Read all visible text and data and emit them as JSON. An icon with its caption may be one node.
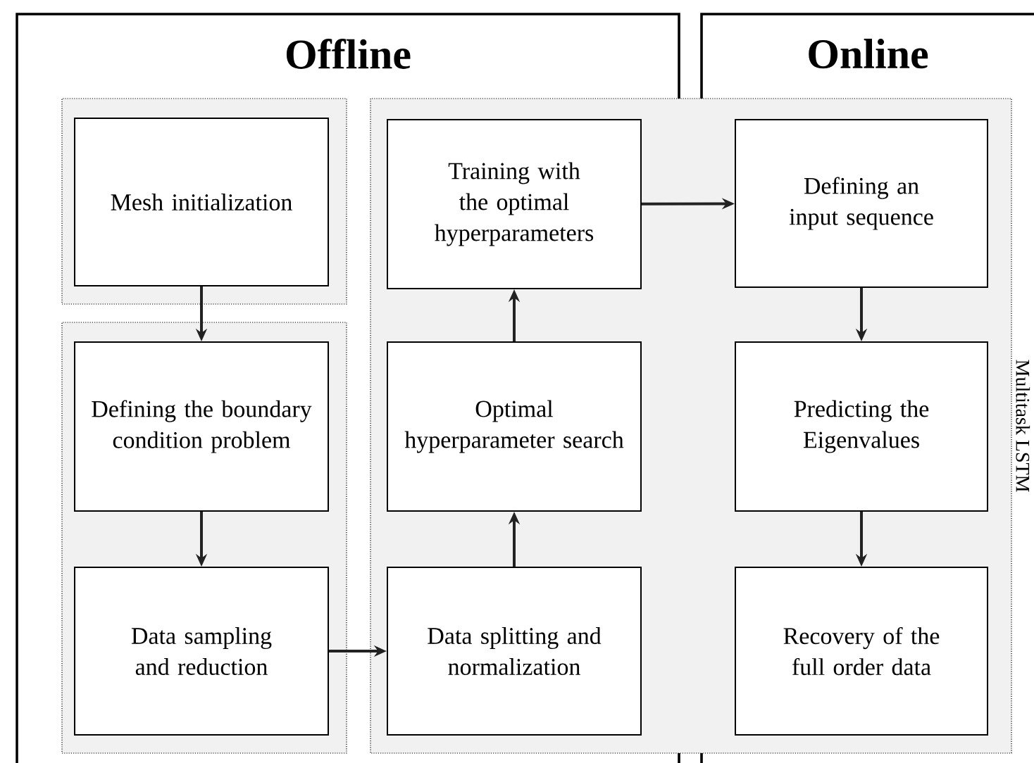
{
  "diagram": {
    "nodes": [
      {
        "text": [
          "Offline"
        ]
      },
      {
        "text": [],
        "shape": "box",
        "in": 0
      },
      {
        "text": [
          "Mesh initialization"
        ],
        "in": 1
      },
      {
        "text": [],
        "shape": "box",
        "in": 0
      },
      {
        "text": [
          "Defining the boundary condition problem"
        ],
        "in": 3
      },
      {
        "text": [
          "Data sampling and reduction"
        ],
        "in": 3
      },
      {
        "text": [
          "Training with the optimal hyperparameters"
        ],
        "in": 0
      },
      {
        "text": [
          "Optimal hyperparameter search"
        ],
        "in": 0
      },
      {
        "text": [
          "Data splitting and normalization"
        ],
        "in": 0
      },
      {
        "text": [
          "Online"
        ]
      },
      {
        "text": [
          "Defining an input sequence"
        ],
        "in": 9
      },
      {
        "text": [
          "Predicting the Eigenvalues"
        ],
        "in": 9
      },
      {
        "text": [
          "Recovery of the full order data"
        ],
        "in": 9
      }
    ],
    "edges": [
      {
        "from": 2,
        "to": 4,
        "arrow": "to"
      },
      {
        "from": 4,
        "to": 5,
        "arrow": "to"
      },
      {
        "from": 5,
        "to": 8,
        "arrow": "to"
      },
      {
        "from": 8,
        "to": 7,
        "arrow": "to"
      },
      {
        "from": 7,
        "to": 6,
        "arrow": "to"
      },
      {
        "from": 6,
        "to": 10,
        "arrow": "to"
      },
      {
        "from": 10,
        "to": 11,
        "arrow": "to"
      },
      {
        "from": 11,
        "to": 12,
        "arrow": "to"
      }
    ],
    "labels": [
      "Multitask LSTM"
    ]
  }
}
